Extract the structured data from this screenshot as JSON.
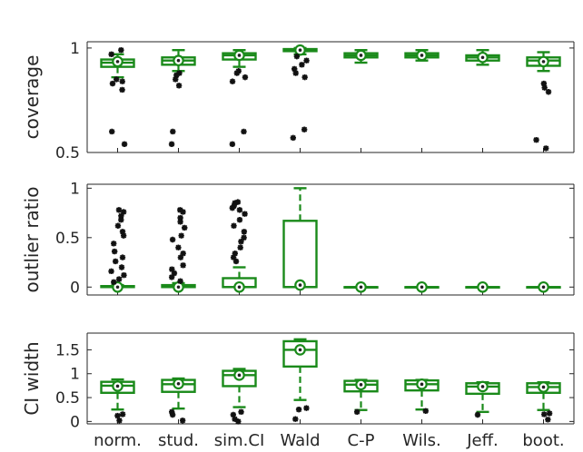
{
  "chart_data": {
    "type": "box",
    "categories": [
      "norm.",
      "stud.",
      "sim.CI",
      "Wald",
      "C-P",
      "Wils.",
      "Jeff.",
      "boot."
    ],
    "colors": {
      "box": "#1a8a1a",
      "outlier": "#111111",
      "axis": "#262626"
    },
    "panels": [
      {
        "ylabel": "coverage",
        "ylim": [
          0.5,
          1.03
        ],
        "yticks": [
          0.5,
          1
        ],
        "ytick_labels": [
          "0.5",
          "1"
        ],
        "boxes": [
          {
            "whislo": 0.86,
            "q1": 0.91,
            "med": 0.93,
            "q3": 0.945,
            "whishi": 0.97,
            "mean": 0.935,
            "outliers": [
              0.99,
              0.97,
              0.85,
              0.84,
              0.83,
              0.8,
              0.6,
              0.54
            ]
          },
          {
            "whislo": 0.89,
            "q1": 0.92,
            "med": 0.94,
            "q3": 0.955,
            "whishi": 0.99,
            "mean": 0.94,
            "outliers": [
              0.88,
              0.87,
              0.85,
              0.82,
              0.6,
              0.54
            ]
          },
          {
            "whislo": 0.91,
            "q1": 0.945,
            "med": 0.965,
            "q3": 0.975,
            "whishi": 0.99,
            "mean": 0.965,
            "outliers": [
              0.89,
              0.88,
              0.86,
              0.84,
              0.6,
              0.54
            ]
          },
          {
            "whislo": 0.97,
            "q1": 0.985,
            "med": 0.99,
            "q3": 0.995,
            "whishi": 1.0,
            "mean": 0.99,
            "outliers": [
              0.96,
              0.94,
              0.92,
              0.9,
              0.88,
              0.86,
              0.61,
              0.57
            ]
          },
          {
            "whislo": 0.93,
            "q1": 0.955,
            "med": 0.965,
            "q3": 0.975,
            "whishi": 0.99,
            "mean": 0.965,
            "outliers": []
          },
          {
            "whislo": 0.94,
            "q1": 0.955,
            "med": 0.965,
            "q3": 0.975,
            "whishi": 0.99,
            "mean": 0.965,
            "outliers": []
          },
          {
            "whislo": 0.92,
            "q1": 0.94,
            "med": 0.955,
            "q3": 0.965,
            "whishi": 0.99,
            "mean": 0.955,
            "outliers": []
          },
          {
            "whislo": 0.89,
            "q1": 0.915,
            "med": 0.94,
            "q3": 0.955,
            "whishi": 0.98,
            "mean": 0.935,
            "outliers": [
              0.83,
              0.81,
              0.79,
              0.56,
              0.52
            ]
          }
        ]
      },
      {
        "ylabel": "outlier ratio",
        "ylim": [
          -0.08,
          1.04
        ],
        "yticks": [
          0,
          0.5,
          1
        ],
        "ytick_labels": [
          "0",
          "0.5",
          "1"
        ],
        "boxes": [
          {
            "whislo": 0.0,
            "q1": 0.0,
            "med": 0.0,
            "q3": 0.01,
            "whishi": 0.02,
            "mean": 0.0,
            "outliers": [
              0.78,
              0.76,
              0.72,
              0.68,
              0.62,
              0.56,
              0.52,
              0.44,
              0.36,
              0.3,
              0.26,
              0.2,
              0.16,
              0.12,
              0.08,
              0.05
            ]
          },
          {
            "whislo": 0.0,
            "q1": 0.0,
            "med": 0.0,
            "q3": 0.02,
            "whishi": 0.04,
            "mean": 0.0,
            "outliers": [
              0.78,
              0.76,
              0.7,
              0.66,
              0.6,
              0.52,
              0.48,
              0.4,
              0.34,
              0.3,
              0.22,
              0.18,
              0.14,
              0.1,
              0.06
            ]
          },
          {
            "whislo": 0.0,
            "q1": 0.0,
            "med": 0.0,
            "q3": 0.09,
            "whishi": 0.2,
            "mean": 0.0,
            "outliers": [
              0.86,
              0.85,
              0.82,
              0.8,
              0.78,
              0.74,
              0.68,
              0.62,
              0.56,
              0.5,
              0.46,
              0.4,
              0.34,
              0.3,
              0.26
            ]
          },
          {
            "whislo": 0.0,
            "q1": 0.0,
            "med": 0.0,
            "q3": 0.67,
            "whishi": 1.0,
            "mean": 0.02,
            "outliers": []
          },
          {
            "whislo": 0.0,
            "q1": 0.0,
            "med": 0.0,
            "q3": 0.0,
            "whishi": 0.0,
            "mean": 0.0,
            "outliers": []
          },
          {
            "whislo": 0.0,
            "q1": 0.0,
            "med": 0.0,
            "q3": 0.0,
            "whishi": 0.0,
            "mean": 0.0,
            "outliers": []
          },
          {
            "whislo": 0.0,
            "q1": 0.0,
            "med": 0.0,
            "q3": 0.0,
            "whishi": 0.0,
            "mean": 0.0,
            "outliers": []
          },
          {
            "whislo": 0.0,
            "q1": 0.0,
            "med": 0.0,
            "q3": 0.0,
            "whishi": 0.0,
            "mean": 0.0,
            "outliers": []
          }
        ]
      },
      {
        "ylabel": "CI width",
        "ylim": [
          -0.05,
          1.85
        ],
        "yticks": [
          0,
          0.5,
          1,
          1.5
        ],
        "ytick_labels": [
          "0",
          "0.5",
          "1",
          "1.5"
        ],
        "boxes": [
          {
            "whislo": 0.25,
            "q1": 0.6,
            "med": 0.75,
            "q3": 0.83,
            "whishi": 0.88,
            "mean": 0.74,
            "outliers": [
              0.15,
              0.12,
              0.02
            ]
          },
          {
            "whislo": 0.27,
            "q1": 0.62,
            "med": 0.78,
            "q3": 0.87,
            "whishi": 0.9,
            "mean": 0.79,
            "outliers": [
              0.2,
              0.14,
              0.02
            ]
          },
          {
            "whislo": 0.3,
            "q1": 0.74,
            "med": 0.97,
            "q3": 1.06,
            "whishi": 1.1,
            "mean": 0.97,
            "outliers": [
              0.2,
              0.14,
              0.05,
              0.0
            ]
          },
          {
            "whislo": 0.45,
            "q1": 1.15,
            "med": 1.5,
            "q3": 1.68,
            "whishi": 1.72,
            "mean": 1.5,
            "outliers": [
              0.28,
              0.25,
              0.05
            ]
          },
          {
            "whislo": 0.24,
            "q1": 0.63,
            "med": 0.77,
            "q3": 0.85,
            "whishi": 0.87,
            "mean": 0.77,
            "outliers": [
              0.2
            ]
          },
          {
            "whislo": 0.25,
            "q1": 0.65,
            "med": 0.78,
            "q3": 0.86,
            "whishi": 0.87,
            "mean": 0.78,
            "outliers": [
              0.22
            ]
          },
          {
            "whislo": 0.2,
            "q1": 0.58,
            "med": 0.73,
            "q3": 0.8,
            "whishi": 0.82,
            "mean": 0.73,
            "outliers": [
              0.14
            ]
          },
          {
            "whislo": 0.24,
            "q1": 0.6,
            "med": 0.72,
            "q3": 0.8,
            "whishi": 0.82,
            "mean": 0.72,
            "outliers": [
              0.17,
              0.15,
              0.04
            ]
          }
        ]
      }
    ]
  }
}
